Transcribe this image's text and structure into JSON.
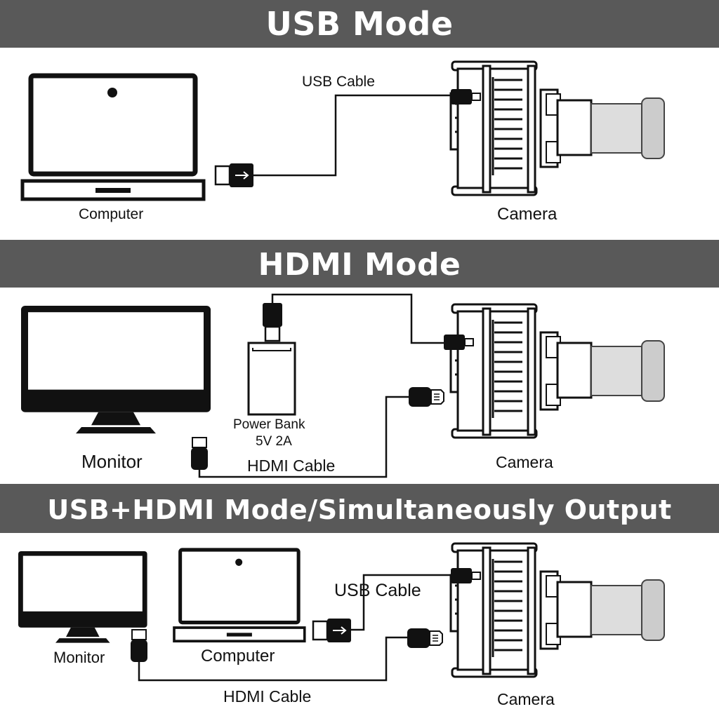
{
  "sections": {
    "usb": {
      "title": "USB Mode",
      "usb_cable_label": "USB Cable",
      "computer_label": "Computer",
      "camera_label": "Camera"
    },
    "hdmi": {
      "title": "HDMI Mode",
      "power_bank_label": "Power Bank",
      "power_bank_spec": "5V 2A",
      "monitor_label": "Monitor",
      "hdmi_cable_label": "HDMI Cable",
      "camera_label": "Camera"
    },
    "both": {
      "title": "USB+HDMI Mode/Simultaneously Output",
      "usb_cable_label": "USB Cable",
      "monitor_label": "Monitor",
      "computer_label": "Computer",
      "hdmi_cable_label": "HDMI Cable",
      "camera_label": "Camera"
    }
  },
  "colors": {
    "banner": "#595959",
    "banner_text": "#ffffff",
    "line": "#111111"
  }
}
